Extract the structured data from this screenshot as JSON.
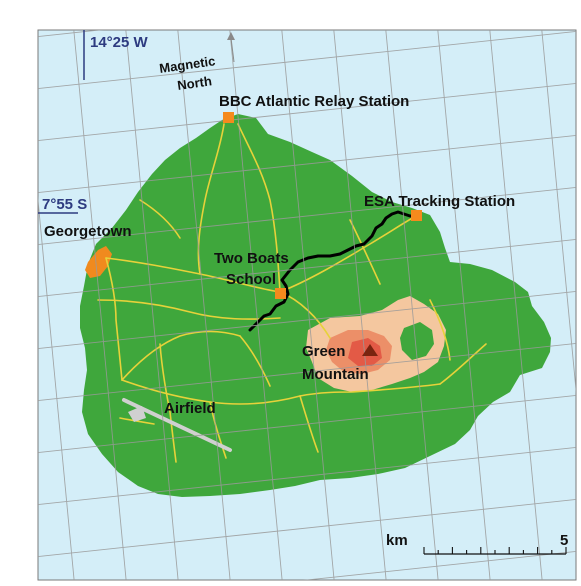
{
  "colors": {
    "sea": "#d4eef8",
    "land": "#3fa73c",
    "uplands": "#f4c79f",
    "upper_slopes": "#ec8f68",
    "summit_zone": "#e35a46",
    "town": "#f08a1e",
    "station_marker": "#f58a1d",
    "roads": "#e6d23a",
    "footpath": "#000000",
    "airstrip": "#d0d0d0",
    "grid": "#9a9a9a",
    "coordinate_text": "#2d3b80"
  },
  "coordinates": {
    "longitude_label": "14°25 W",
    "latitude_label": "7°55 S"
  },
  "north_arrow": {
    "label_line1": "Magnetic",
    "label_line2": "North"
  },
  "places": {
    "bbc_station": "BBC Atlantic Relay Station",
    "esa_station": "ESA Tracking Station",
    "georgetown": "Georgetown",
    "two_boats_line1": "Two Boats",
    "two_boats_line2": "School",
    "green_mountain_line1": "Green",
    "green_mountain_line2": "Mountain",
    "airfield": "Airfield"
  },
  "scale_bar": {
    "unit": "km",
    "max_label": "5",
    "major_ticks": 5
  },
  "icons": {
    "summit": "triangle-peak-icon",
    "station": "square-marker-icon",
    "north": "arrow-icon"
  }
}
